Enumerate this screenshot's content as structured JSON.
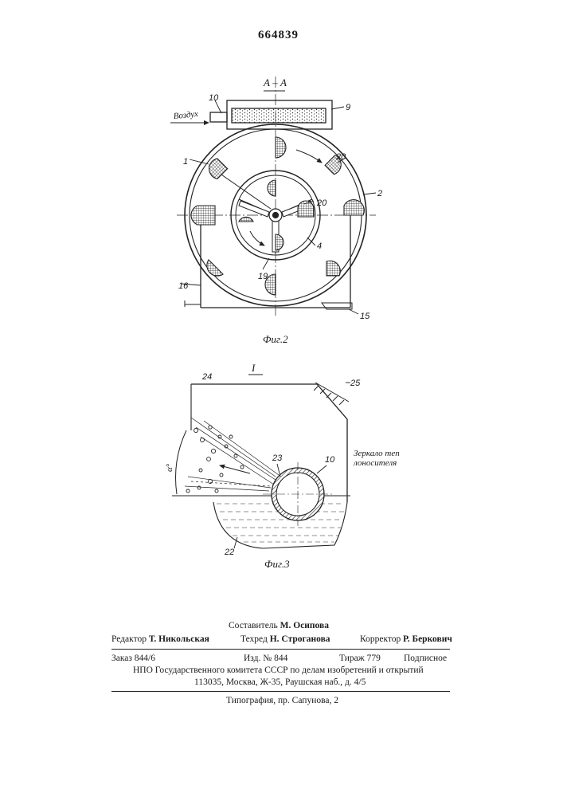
{
  "header": {
    "patent_number": "664839"
  },
  "fig2": {
    "section_label": "А – А",
    "caption": "Фиг.2",
    "air_label": "Воздух",
    "numerals": [
      "10",
      "9",
      "1",
      "20",
      "20",
      "2",
      "4",
      "19",
      "16",
      "15"
    ]
  },
  "fig3": {
    "view_label": "I",
    "caption": "Фиг.3",
    "alpha_label": "α°",
    "numerals": [
      "24",
      "25",
      "23",
      "10",
      "22"
    ],
    "mirror_label_line1": "Зеркало теп",
    "mirror_label_line2": "лоносителя"
  },
  "imprint": {
    "compiler": {
      "label": "Составитель",
      "name": "М. Осипова"
    },
    "editor": {
      "label": "Редактор",
      "name": "Т. Никольская"
    },
    "techred": {
      "label": "Техред",
      "name": "Н. Строганова"
    },
    "corrector": {
      "label": "Корректор",
      "name": "Р. Беркович"
    },
    "order": "Заказ 844/6",
    "edition": "Изд. № 844",
    "circulation": "Тираж 779",
    "subscription": "Подписное",
    "organization": "НПО Государственного комитета СССР по делам изобретений и открытий",
    "address": "113035, Москва, Ж-35, Раушская наб., д. 4/5",
    "printing": "Типография, пр. Сапунова, 2"
  }
}
